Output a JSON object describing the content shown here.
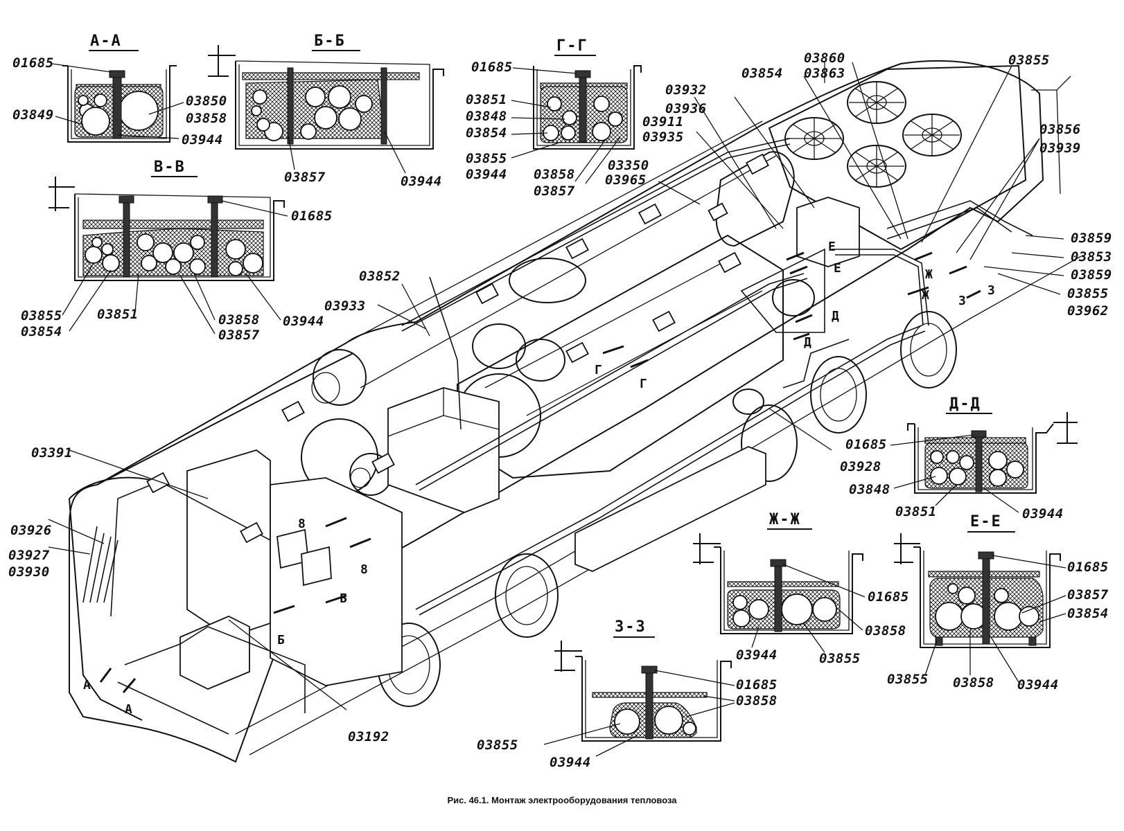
{
  "caption": "Рис. 46.1. Монтаж электрооборудования тепловоза",
  "sections": {
    "aa": {
      "title": "A-A",
      "labels": [
        "01685",
        "03849",
        "03850",
        "03858",
        "03944"
      ]
    },
    "bb": {
      "title": "Б-Б",
      "labels": [
        "03857",
        "03944"
      ]
    },
    "gg": {
      "title": "Г-Г",
      "labels": [
        "01685",
        "03851",
        "03848",
        "03854",
        "03855",
        "03944",
        "03858",
        "03857"
      ]
    },
    "vv": {
      "title": "B-B",
      "labels": [
        "01685",
        "03855",
        "03854",
        "03851",
        "03858",
        "03857",
        "03944"
      ]
    },
    "dd": {
      "title": "Д-Д",
      "labels": [
        "01685",
        "03848",
        "03851",
        "03944"
      ]
    },
    "zhzh": {
      "title": "Ж-Ж",
      "labels": [
        "01685",
        "03858",
        "03944",
        "03855"
      ]
    },
    "ee": {
      "title": "E-E",
      "labels": [
        "01685",
        "03857",
        "03854",
        "03855",
        "03858",
        "03944"
      ]
    },
    "zz": {
      "title": "З-З",
      "labels": [
        "01685",
        "03858",
        "03855",
        "03944"
      ]
    }
  },
  "main_labels": {
    "l03932": "03932",
    "l03936": "03936",
    "l03911": "03911",
    "l03935": "03935",
    "l03350": "03350",
    "l03965": "03965",
    "l03854": "03854",
    "l03860": "03860",
    "l03863": "03863",
    "l03855a": "03855",
    "l03856": "03856",
    "l03939": "03939",
    "l03859a": "03859",
    "l03853": "03853",
    "l03859b": "03859",
    "l03855b": "03855",
    "l03962": "03962",
    "l03852": "03852",
    "l03933": "03933",
    "l03391": "03391",
    "l03926": "03926",
    "l03927": "03927",
    "l03930": "03930",
    "l03192": "03192",
    "l03928": "03928"
  },
  "cut_marks": {
    "e1": "E",
    "e2": "E",
    "d1": "Д",
    "d2": "Д",
    "g1": "Г",
    "g2": "Г",
    "v1": "8",
    "v2": "8",
    "b1": "Б",
    "b2": "Б",
    "a1": "A",
    "a2": "A",
    "zh1": "Ж",
    "zh2": "Ж",
    "z1": "3",
    "z2": "3"
  }
}
